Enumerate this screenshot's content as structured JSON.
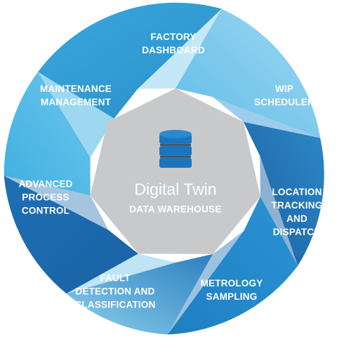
{
  "colors": {
    "hub": "#c8c9cb",
    "database_icon": "#1b75bb",
    "text": "#ffffff"
  },
  "hub": {
    "title": "Digital Twin",
    "subtitle": "DATA WAREHOUSE",
    "icon": "database-icon"
  },
  "segments": [
    {
      "id": "factory-dashboard",
      "label": "FACTORY\nDASHBOARD"
    },
    {
      "id": "wip-scheduler",
      "label": "WIP\nSCHEDULER"
    },
    {
      "id": "location-tracking-and-dispatch",
      "label": "LOCATION\nTRACKING\nAND DISPATCH"
    },
    {
      "id": "metrology-sampling",
      "label": "METROLOGY\nSAMPLING"
    },
    {
      "id": "fault-detection-and-classification",
      "label": "FAULT\nDETECTION AND\nCLASSIFICATION"
    },
    {
      "id": "advanced-process-control",
      "label": "ADVANCED\nPROCESS\nCONTROL"
    },
    {
      "id": "maintenance-management",
      "label": "MAINTENANCE\nMANAGEMENT"
    }
  ]
}
